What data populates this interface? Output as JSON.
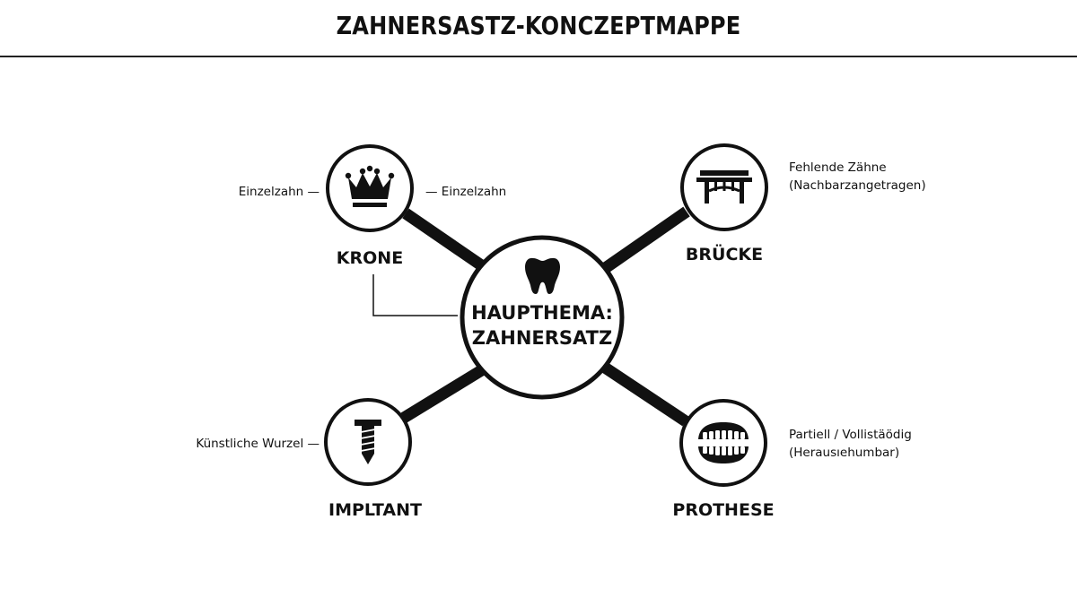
{
  "title": "ZAHNERSASTZ-KONCZEPTMAPPE",
  "hub": {
    "label_line1": "HAUPTHEMA:",
    "label_line2": "ZAHNERSATZ",
    "icon": "tooth-icon"
  },
  "nodes": {
    "krone": {
      "label": "KRONE",
      "icon": "crown-icon",
      "note_left": "Einzelzahn —",
      "note_right": "— Einzelzahn"
    },
    "bruecke": {
      "label": "BRÜCKE",
      "icon": "bridge-icon",
      "note_line1": "Fehlende Zähne",
      "note_line2": "(Nachbarzangetragen)"
    },
    "implantat": {
      "label": "IMPLTANT",
      "icon": "screw-icon",
      "note": "Künstliche Wurzel —"
    },
    "prothese": {
      "label": "PROTHESE",
      "icon": "denture-icon",
      "note_line1": "Partiell / Vollistäödig",
      "note_line2": "(Herausıehumbar)"
    }
  },
  "colors": {
    "ink": "#111111",
    "background": "#ffffff"
  }
}
